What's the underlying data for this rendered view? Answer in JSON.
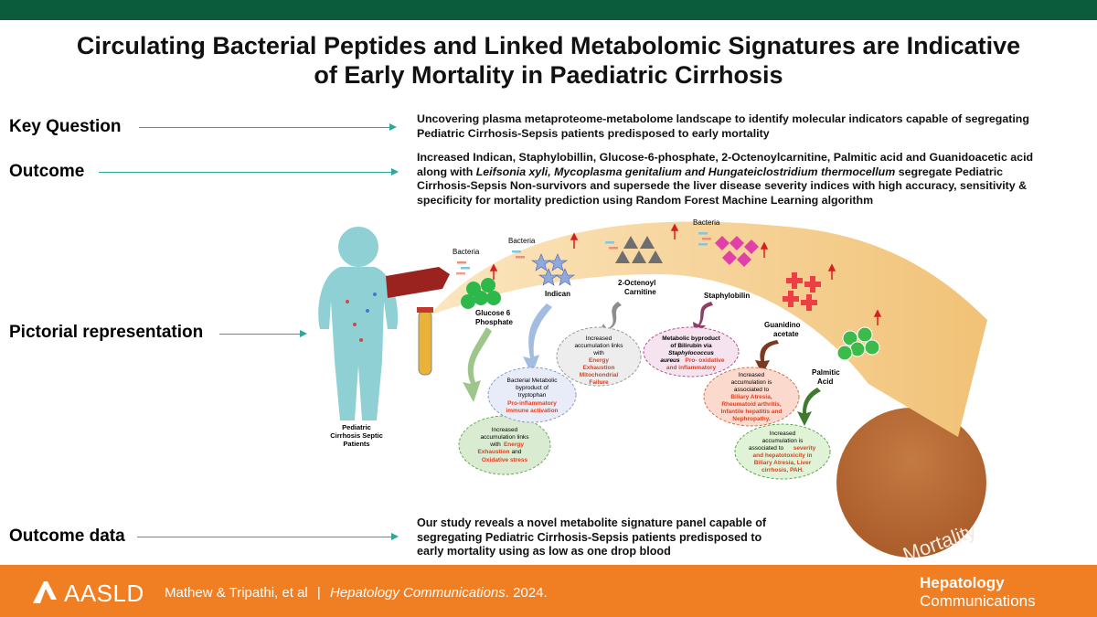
{
  "title": {
    "line1": "Circulating Bacterial Peptides and Linked Metabolomic Signatures are Indicative",
    "line2": "of Early Mortality in Paediatric Cirrhosis"
  },
  "rows": {
    "key_question": {
      "label": "Key Question",
      "text_lines": [
        "Uncovering plasma metaproteome-metabolome landscape to identify molecular indicators capable of segregating",
        "Pediatric Cirrhosis-Sepsis patients predisposed to early mortality"
      ]
    },
    "outcome": {
      "label": "Outcome",
      "line1": "Increased Indican, Staphylobillin, Glucose-6-phosphate, 2-Octenoylcarnitine, Palmitic acid and Guanidoacetic acid",
      "line2_pre": "along with ",
      "line2_italic": "Leifsonia xyli, Mycoplasma genitalium and Hungateiclostridium thermocellum",
      "line2_post": " segregate Pediatric",
      "line3": "Cirrhosis-Sepsis Non-survivors and supersede the liver disease severity indices with high accuracy, sensitivity &",
      "line4": "specificity for mortality prediction using Random Forest Machine Learning algorithm"
    },
    "pictorial": {
      "label": "Pictorial representation"
    },
    "outcome_data": {
      "label": "Outcome data",
      "text_lines": [
        "Our study reveals a novel metabolite signature panel capable of",
        "segregating Pediatric Cirrhosis-Sepsis patients predisposed to",
        "early mortality using as low as one drop blood"
      ]
    }
  },
  "diagram": {
    "patient_label": [
      "Pediatric",
      "Cirrhosis Septic",
      "Patients"
    ],
    "bacteria_label": "Bacteria",
    "metabolites": {
      "g6p": [
        "Glucose 6",
        "Phosphate"
      ],
      "indican": [
        "Indican"
      ],
      "octenoyl": [
        "2-Octenoyl",
        "Carnitine"
      ],
      "staphylobilin": [
        "Staphylobilin"
      ],
      "guanidino": [
        "Guanidino",
        "acetate"
      ],
      "palmitic": [
        "Palmitic",
        "Acid"
      ]
    },
    "bubbles": {
      "g6p": {
        "lines": [
          "Increased",
          "accumulation links",
          "with"
        ],
        "red1": "Energy",
        "red2": "Exhaustion",
        "and": " and",
        "red3": "Oxidative stress"
      },
      "indican": {
        "lines": [
          "Bacterial Metabolic",
          "byproduct of",
          "tryptophan"
        ],
        "red": [
          "Pro-inflammatory",
          "immune activation"
        ]
      },
      "octenoyl": {
        "lines": [
          "Increased",
          "accumulation links",
          "with"
        ],
        "red": [
          "Energy",
          "Exhaustion",
          "Mitochondrial",
          "Failure"
        ]
      },
      "staphylobilin": {
        "lines": [
          "Metabolic byproduct",
          "of Bilirubin via"
        ],
        "italic": "Staphylococcus",
        "italic2": "aureus",
        "red_inline": " Pro- oxidative",
        "red2": "and inflammatory"
      },
      "guanidino": {
        "lines": [
          "Increased",
          "accumulation is",
          "associated to"
        ],
        "red": [
          "Biliary Atresia,",
          "Rheumatoid arthritis,",
          "Infantile hepatitis and",
          "Nephropathy."
        ]
      },
      "palmitic": {
        "lines": [
          "Increased",
          "accumulation is"
        ],
        "line3_pre": "associated to ",
        "line3_red": "severity",
        "red": [
          "and hepatotoxicity in",
          "Biliary Atresia, Liver",
          "cirrhosis, PAH."
        ]
      }
    },
    "mortality_label": "Mortality",
    "colors": {
      "arc": "#f3c77c",
      "mortality": "#b5632c",
      "green": "#2db84b",
      "indican": "#8fa8de",
      "octenoyl": "#6e6e6e",
      "staph": "#e040a8",
      "guan": "#ee3e45",
      "palm": "#3dbb4a"
    }
  },
  "footer": {
    "logo": "AASLD",
    "authors": "Mathew & Tripathi, et al",
    "separator": "|",
    "journal": "Hepatology Communications",
    "year": ". 2024.",
    "brand_line1": "Hepatology",
    "brand_line2": "Communications"
  }
}
